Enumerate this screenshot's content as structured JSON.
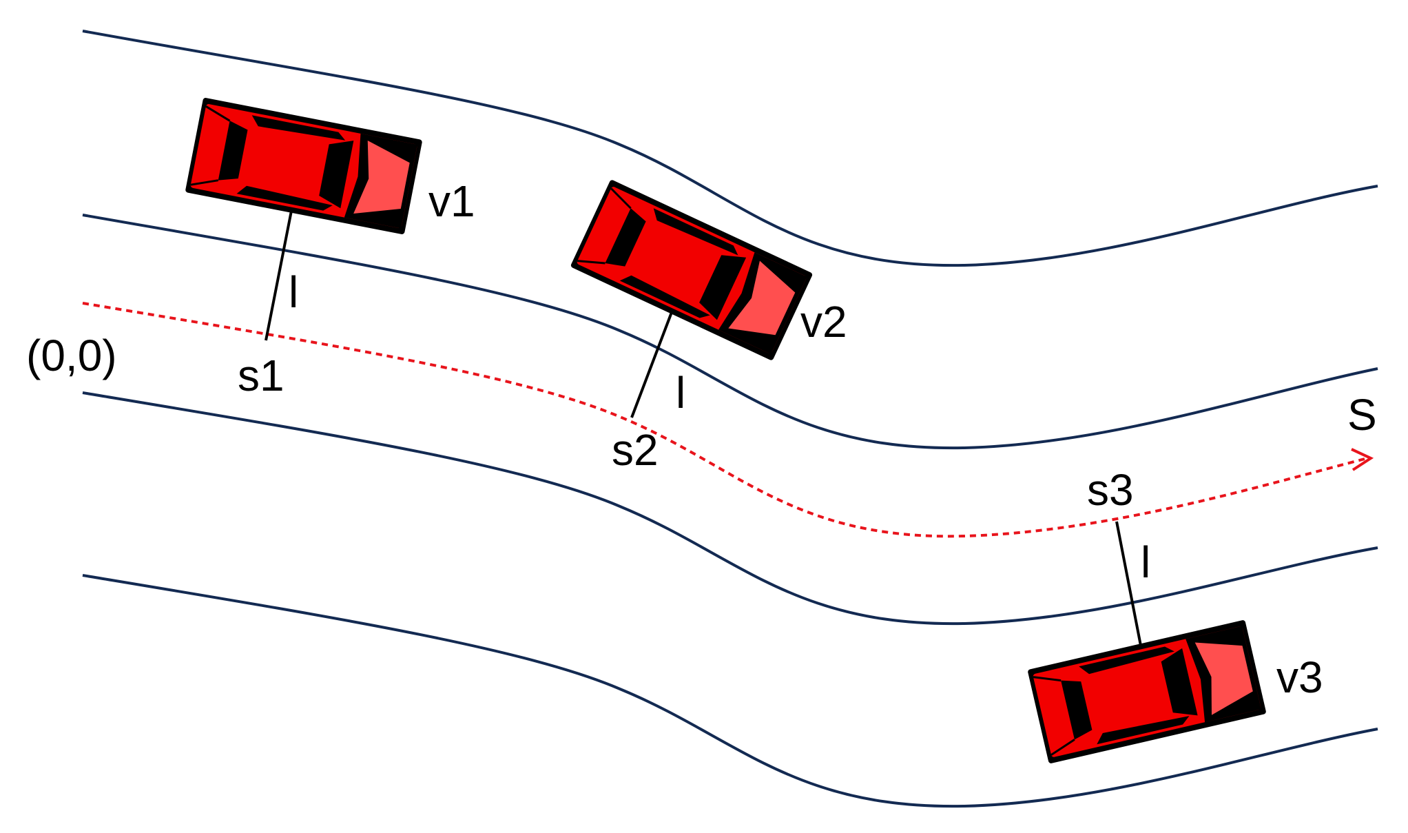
{
  "labels": {
    "origin": "(0,0)",
    "axis_s": "S",
    "v1": "v1",
    "v2": "v2",
    "v3": "v3",
    "s1": "s1",
    "s2": "s2",
    "s3": "s3",
    "l1": "l",
    "l2": "l",
    "l3": "l"
  },
  "colors": {
    "lane": "#132a52",
    "reference_path": "#e8141c",
    "car": "#f20000"
  }
}
